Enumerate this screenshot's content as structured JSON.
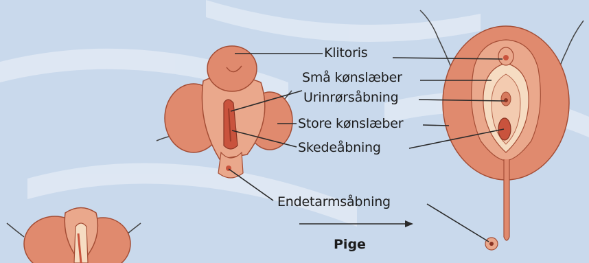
{
  "labels": {
    "clitoris": "Klitoris",
    "labia_minora": "Små kønslæber",
    "urethral_opening": "Urinrørsåbning",
    "labia_majora": "Store kønslæber",
    "vaginal_opening": "Skedeåbning",
    "anal_opening": "Endetarmsåbning"
  },
  "caption": "Pige",
  "colors": {
    "background": "#c9d9ec",
    "skin_outer": "#e08a6e",
    "skin_mid": "#eaa88c",
    "skin_light": "#f6dcc2",
    "skin_dark": "#c9533d",
    "line": "#2a2a2a"
  }
}
